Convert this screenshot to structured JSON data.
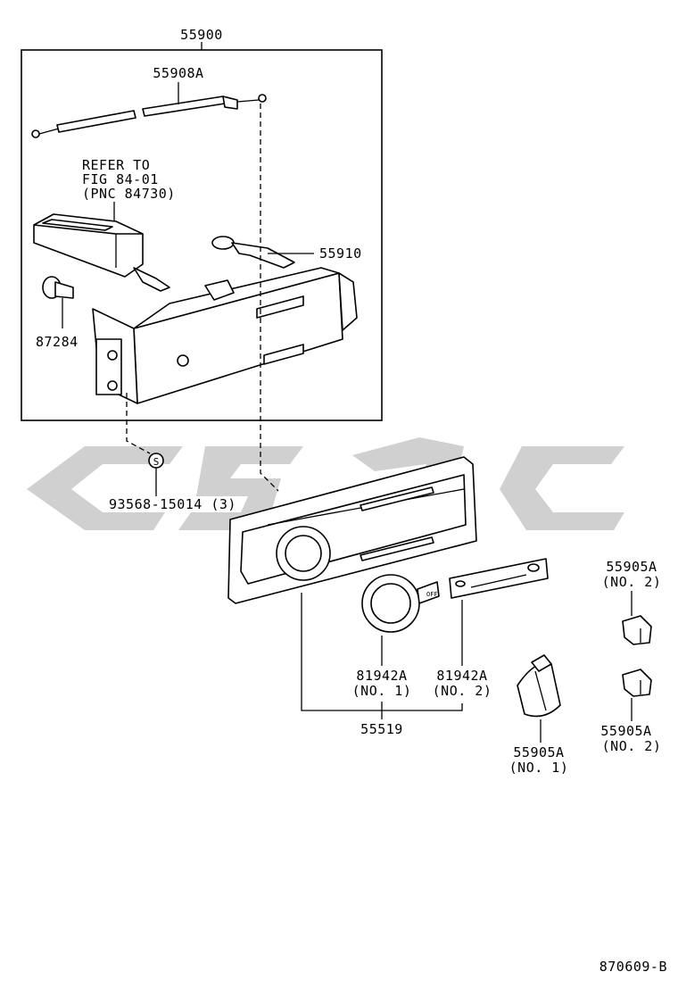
{
  "callouts": {
    "assembly": "55900",
    "cable": "55908A",
    "refer_line1": "REFER TO",
    "refer_line2": "FIG 84-01",
    "refer_line3": "(PNC 84730)",
    "plate": "55910",
    "bulb": "87284",
    "screw": "93568-15014 (3)",
    "dial_no1_part": "81942A",
    "dial_no1_sub": "(NO. 1)",
    "dial_no2_part": "81942A",
    "dial_no2_sub": "(NO. 2)",
    "panel": "55519",
    "knob_no1_part": "55905A",
    "knob_no1_sub": "(NO. 1)",
    "knob_no2_top_part": "55905A",
    "knob_no2_top_sub": "(NO. 2)",
    "knob_no2_bottom_part": "55905A",
    "knob_no2_bottom_sub": "(NO. 2)",
    "screw_marker": "S",
    "dial_text": "OFF"
  },
  "figure_id": "870609-B",
  "colors": {
    "line": "#000000",
    "watermark": "#c8c8c8"
  }
}
